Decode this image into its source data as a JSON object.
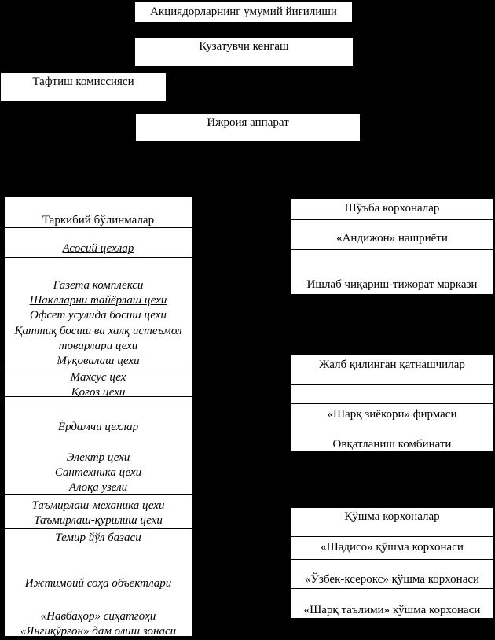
{
  "palette": {
    "background": "#000000",
    "box_fill": "#ffffff",
    "line_color": "#000000",
    "text_color": "#000000"
  },
  "governance": {
    "general_meeting": "Акциядорларнинг умумий йиғилиши",
    "supervisory_board": "Кузатувчи кенгаш",
    "audit_commission": "Тафтиш комиссияси",
    "executive_staff": "Ижроия аппарат"
  },
  "structural_divisions": {
    "header": "Таркибий бўлинмалар",
    "main_shops_header": "Асосий цехлар",
    "main_shops": [
      "Газета комплекси",
      "Шаклларни тайёрлаш цехи",
      "Офсет усулида босиш цехи",
      "Қаттиқ босиш ва халқ истеъмол",
      "товарлари цехи",
      "Муқовалаш цехи"
    ],
    "special_shops": [
      "Махсус цех",
      "Қоғоз цехи"
    ],
    "auxiliary_header": "Ёрдамчи цехлар",
    "auxiliary_shops": [
      "Электр цехи",
      "Сантехника цехи",
      "Алоқа узели"
    ],
    "repair_shops": [
      "Таъмирлаш-механика цехи",
      "Таъмирлаш-қурилиш цехи"
    ],
    "other_facilities": [
      "Темир йўл базаси",
      "Ижтимоий соҳа объектлари",
      "«Навбаҳор» сиҳатгоҳи",
      "«Янгиқўрғон» дам олиш зонаси"
    ]
  },
  "subsidiaries": {
    "header": "Шўъба корхоналар",
    "items": [
      "«Андижон» нашриёти",
      "Ишлаб чиқариш-тижорат маркази"
    ]
  },
  "attracted_participants": {
    "header": "Жалб қилинган қатнашчилар",
    "items": [
      "«Шарқ зиёкори» фирмаси",
      "Овқатланиш комбинати"
    ]
  },
  "joint_ventures": {
    "header": "Қўшма корхоналар",
    "items": [
      "«Шадисо» қўшма корхонаси",
      "«Ўзбек-ксерокс» қўшма корхонаси",
      "«Шарқ таълими» қўшма корхонаси"
    ]
  }
}
